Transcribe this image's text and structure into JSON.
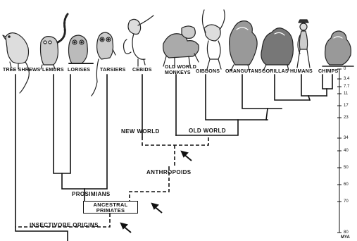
{
  "taxa": {
    "tree_shrews": "TREE SHREWS",
    "lemurs": "LEMURS",
    "lorises": "LORISES",
    "tarsiers": "TARSIERS",
    "cebids": "CEBIDS",
    "old_world_monkeys_1": "OLD WORLD",
    "old_world_monkeys_2": "MONKEYS",
    "gibbons": "GIBBONS",
    "orangutans": "ORANGUTANS",
    "gorillas": "GORILLAS",
    "humans": "HUMANS",
    "chimps": "CHIMPS"
  },
  "groups": {
    "new_world": "NEW WORLD",
    "old_world": "OLD WORLD",
    "anthropoids": "ANTHROPOIDS",
    "prosimians": "PROSIMIANS",
    "ancestral_primates_1": "ANCESTRAL",
    "ancestral_primates_2": "PRIMATES",
    "insectivore_origins": "INSECTIVORE ORIGINS"
  },
  "time_axis": {
    "unit": "MYA",
    "ticks": [
      "0",
      "3.4",
      "7.7",
      "11",
      "17",
      "23",
      "34",
      "40",
      "50",
      "60",
      "70",
      "80"
    ]
  }
}
